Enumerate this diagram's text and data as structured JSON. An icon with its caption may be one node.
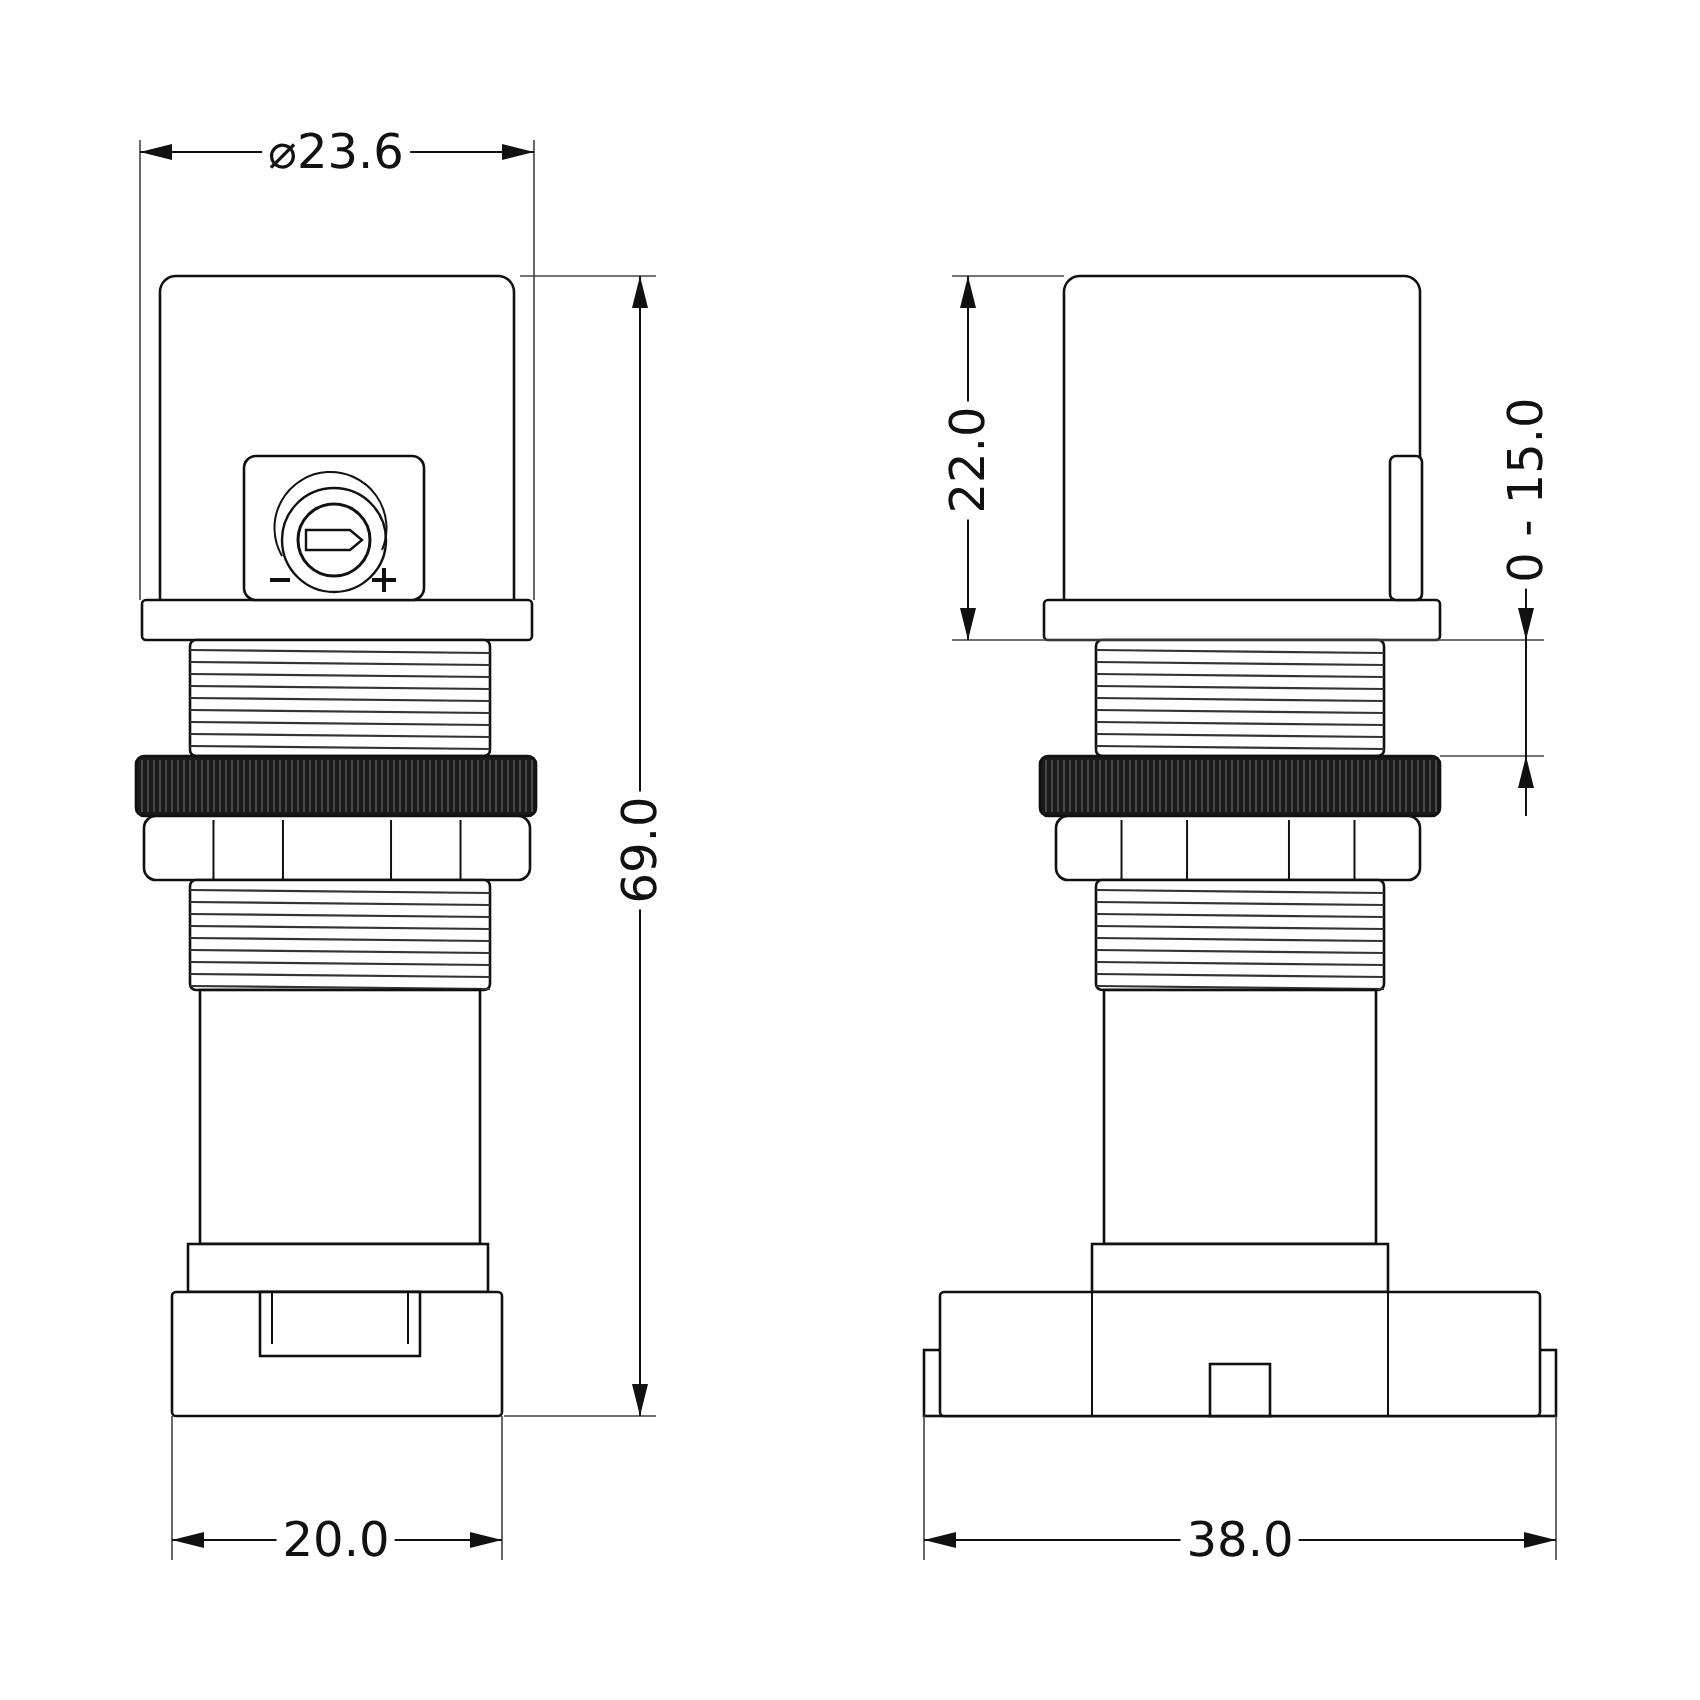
{
  "diagram": {
    "labels": [
      "⌀23.6",
      "69.0",
      "22.0",
      "0 - 15.0",
      "20.0",
      "38.0"
    ]
  }
}
